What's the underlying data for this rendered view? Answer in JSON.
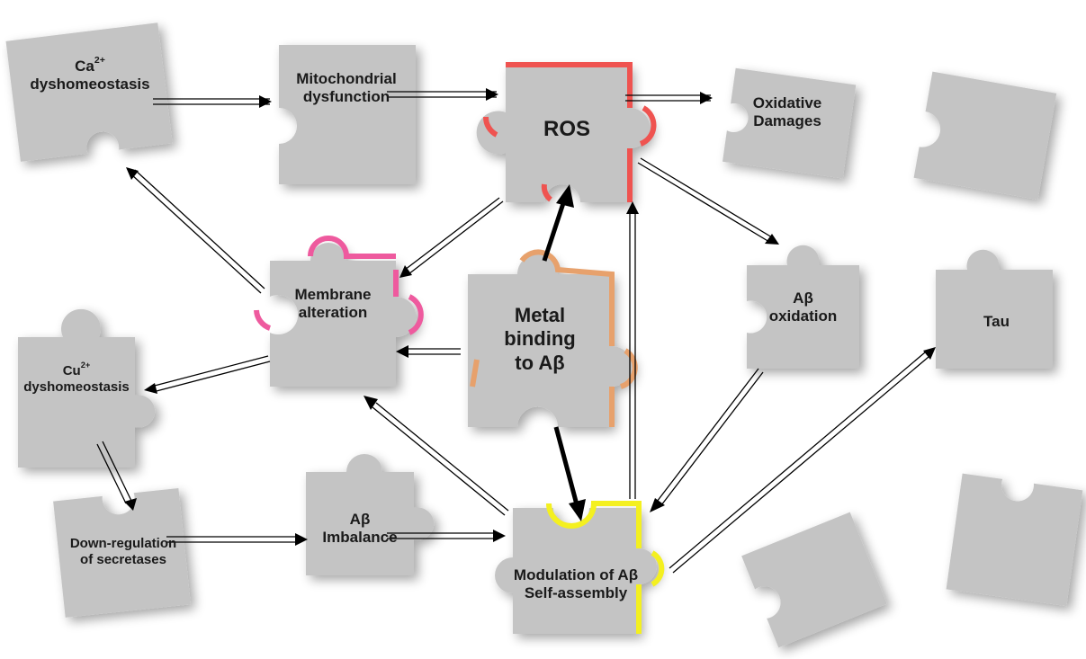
{
  "nodes": {
    "ca": {
      "name": "Ca",
      "charge": "2+",
      "line2": "dyshomeostasis"
    },
    "mito": {
      "line1": "Mitochondrial",
      "line2": "dysfunction"
    },
    "ros": {
      "line1": "ROS"
    },
    "oxdmg": {
      "line1": "Oxidative",
      "line2": "Damages"
    },
    "membrane": {
      "line1": "Membrane",
      "line2": "alteration"
    },
    "metal": {
      "line1": "Metal",
      "line2": "binding",
      "line3": "to Aβ"
    },
    "abox": {
      "line1": "Aβ",
      "line2": "oxidation"
    },
    "tau": {
      "line1": "Tau"
    },
    "cu": {
      "name": "Cu",
      "charge": "2+",
      "line2": "dyshomeostasis"
    },
    "downreg": {
      "line1": "Down-regulation",
      "line2": "of secretases"
    },
    "abimb": {
      "line1": "Aβ",
      "line2": "Imbalance"
    },
    "modul": {
      "line1": "Modulation of Aβ",
      "line2": "Self-assembly"
    }
  },
  "colors": {
    "piece": "#c4c4c4",
    "ros_outline": "#ef5350",
    "membrane_outline": "#ee5a9e",
    "metal_outline": "#e7a16c",
    "modulation_outline": "#f4f020",
    "arrow_black": "#000000"
  }
}
